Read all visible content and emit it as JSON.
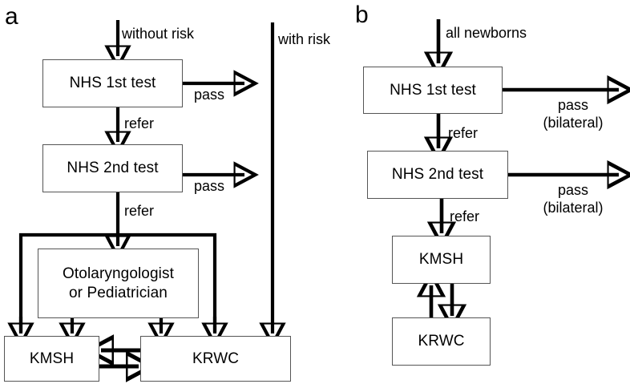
{
  "figure": {
    "type": "flowchart",
    "background": "#ffffff",
    "stroke_color": "#000000",
    "box_border_color": "#555555",
    "panels": [
      {
        "id": "a",
        "label": "a",
        "nodes": [
          {
            "id": "a-nhs1",
            "label": "NHS 1st test"
          },
          {
            "id": "a-nhs2",
            "label": "NHS 2nd test"
          },
          {
            "id": "a-specialist",
            "label": "Otolaryngologist\nor Pediatrician"
          },
          {
            "id": "a-kmsh",
            "label": "KMSH"
          },
          {
            "id": "a-krwc",
            "label": "KRWC"
          }
        ],
        "edge_labels": [
          {
            "id": "a-without-risk",
            "text": "without risk"
          },
          {
            "id": "a-with-risk",
            "text": "with risk"
          },
          {
            "id": "a-pass-1",
            "text": "pass"
          },
          {
            "id": "a-refer-1",
            "text": "refer"
          },
          {
            "id": "a-pass-2",
            "text": "pass"
          },
          {
            "id": "a-refer-2",
            "text": "refer"
          }
        ]
      },
      {
        "id": "b",
        "label": "b",
        "nodes": [
          {
            "id": "b-nhs1",
            "label": "NHS 1st test"
          },
          {
            "id": "b-nhs2",
            "label": "NHS 2nd test"
          },
          {
            "id": "b-kmsh",
            "label": "KMSH"
          },
          {
            "id": "b-krwc",
            "label": "KRWC"
          }
        ],
        "edge_labels": [
          {
            "id": "b-all-newborns",
            "text": "all newborns"
          },
          {
            "id": "b-pass-1",
            "text": "pass\n(bilateral)"
          },
          {
            "id": "b-refer-1",
            "text": "refer"
          },
          {
            "id": "b-pass-2",
            "text": "pass\n(bilateral)"
          },
          {
            "id": "b-refer-2",
            "text": "refer"
          }
        ]
      }
    ]
  }
}
